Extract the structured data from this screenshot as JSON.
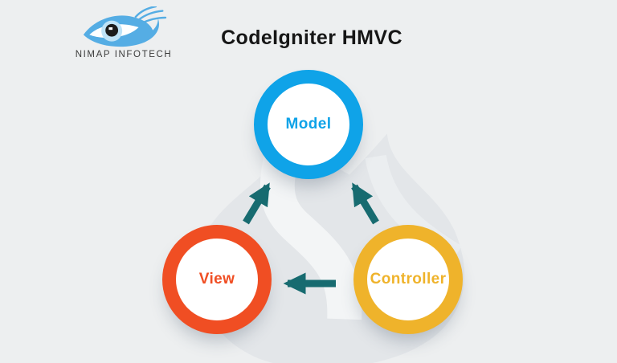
{
  "brand": {
    "logo_icon": "eye-icon",
    "name": "NIMAP INFOTECH"
  },
  "header": {
    "title": "CodeIgniter HMVC"
  },
  "diagram": {
    "watermark_icon": "codeigniter-flame-watermark",
    "nodes": [
      {
        "id": "model",
        "label": "Model",
        "ring_color": "#0FA3E8"
      },
      {
        "id": "view",
        "label": "View",
        "ring_color": "#F04E23"
      },
      {
        "id": "controller",
        "label": "Controller",
        "ring_color": "#EFB32B"
      }
    ],
    "edges": [
      {
        "from": "view",
        "to": "model"
      },
      {
        "from": "controller",
        "to": "model"
      },
      {
        "from": "controller",
        "to": "view"
      }
    ],
    "arrow_color": "#176B70"
  },
  "colors": {
    "background": "#EDEFF0",
    "watermark_gray": "#E3E6E9",
    "title_text": "#161616",
    "brand_text": "#3C3C3C",
    "logo_blue": "#55ADE4",
    "model_blue": "#0FA3E8",
    "view_orange": "#F04E23",
    "controller_yellow": "#EFB32B",
    "arrow_teal": "#176B70"
  }
}
